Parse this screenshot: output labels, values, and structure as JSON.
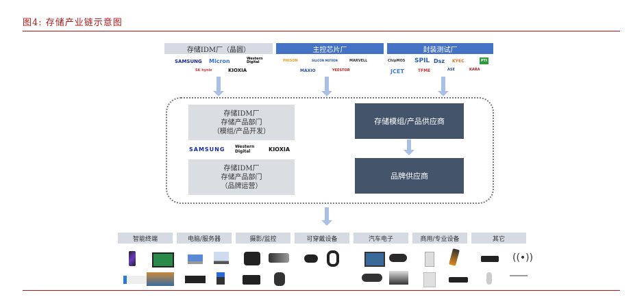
{
  "figure": {
    "title": "图4:  存储产业链示意图"
  },
  "upstream": [
    {
      "label": "存储IDM厂（晶圆）",
      "logos": [
        "SAMSUNG",
        "Micron",
        "Western Digital",
        "SK hynix",
        "KIOXIA"
      ]
    },
    {
      "label": "主控芯片厂",
      "logos": [
        "PHISON",
        "SILICON MOTION",
        "MARVELL",
        "MAXIO",
        "YEESTOR"
      ]
    },
    {
      "label": "封装测试厂",
      "logos": [
        "ChipMOS",
        "SPIL",
        "Dsz",
        "KYEC",
        "PTI",
        "JCET",
        "TFME",
        "ASE",
        "KARA"
      ]
    }
  ],
  "middle": {
    "idm_dev": {
      "line1": "存储IDM厂",
      "line2": "存储产品部门",
      "line3": "（模组/产品开发）"
    },
    "idm_logos": [
      "SAMSUNG",
      "Western Digital",
      "KIOXIA"
    ],
    "idm_brand": {
      "line1": "存储IDM厂",
      "line2": "存储产品部门",
      "line3": "（品牌运营）"
    },
    "module_supplier": "存储模组/产品供应商",
    "brand_supplier": "品牌供应商"
  },
  "applications": [
    {
      "label": "智能终端",
      "icons": [
        "smartphone-icon",
        "tablet-icon",
        "game-console-icon",
        "smart-screen-icon"
      ]
    },
    {
      "label": "电脑/服务器",
      "icons": [
        "laptop-icon",
        "desktop-icon",
        "server-icon",
        "workstation-icon"
      ]
    },
    {
      "label": "摄影/监控",
      "icons": [
        "camera-icon",
        "cctv-icon",
        "projector-icon",
        "camcorder-icon"
      ]
    },
    {
      "label": "可穿戴设备",
      "icons": [
        "vr-headset-icon",
        "smartwatch-icon"
      ]
    },
    {
      "label": "汽车电子",
      "icons": [
        "car-display-icon",
        "dashcam-icon",
        "rearview-mirror-icon",
        "car-dashboard-icon"
      ]
    },
    {
      "label": "商用/专业设备",
      "icons": [
        "printer-icon",
        "pos-terminal-icon",
        "robot-arm-icon",
        "set-top-box-icon"
      ]
    },
    {
      "label": "其它",
      "icons": [
        "router-icon",
        "antenna-icon",
        "robot-icon",
        "drone-icon"
      ]
    }
  ],
  "colors": {
    "accent": "#b01818",
    "header_blue": "#4472c4",
    "header_gray": "#d5dae3",
    "dark_box": "#44546a",
    "arrow": "#a9bfe3"
  }
}
